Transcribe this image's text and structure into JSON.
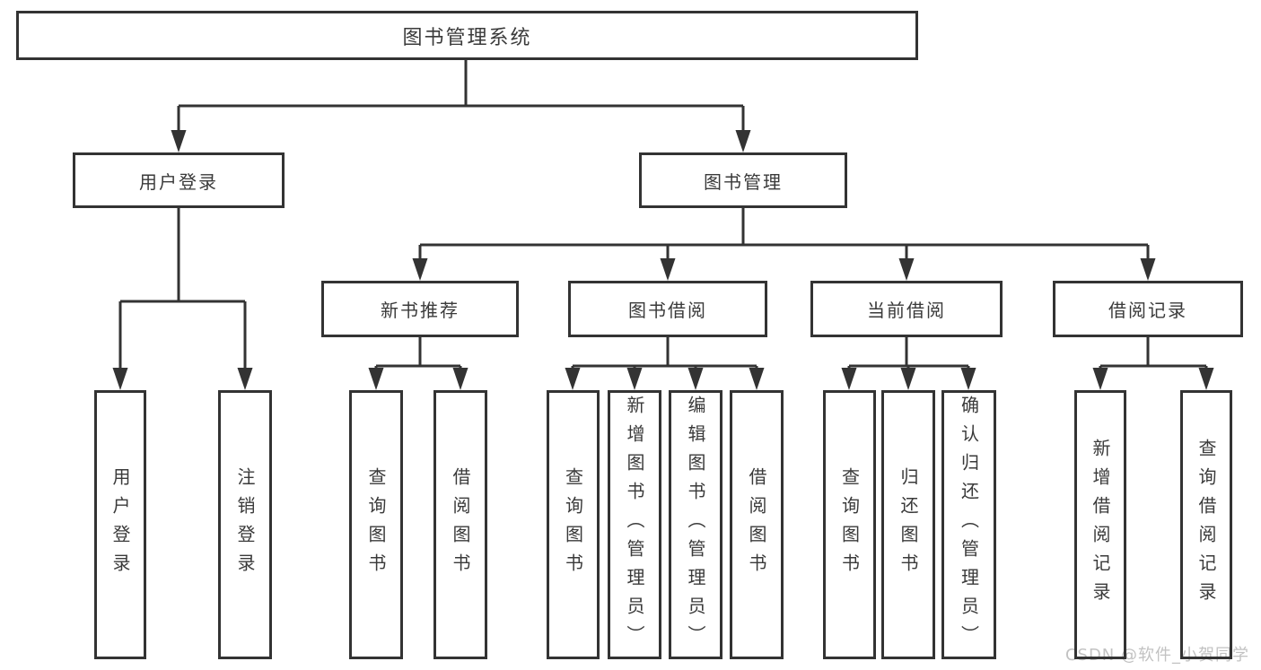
{
  "tree": {
    "label": "图书管理系统",
    "children": [
      {
        "label": "用户登录",
        "children": [
          {
            "label": "用户登录"
          },
          {
            "label": "注销登录"
          }
        ]
      },
      {
        "label": "图书管理",
        "children": [
          {
            "label": "新书推荐",
            "children": [
              {
                "label": "查询图书"
              },
              {
                "label": "借阅图书"
              }
            ]
          },
          {
            "label": "图书借阅",
            "children": [
              {
                "label": "查询图书"
              },
              {
                "label": "新增图书（管理员）"
              },
              {
                "label": "编辑图书（管理员）"
              },
              {
                "label": "借阅图书"
              }
            ]
          },
          {
            "label": "当前借阅",
            "children": [
              {
                "label": "查询图书"
              },
              {
                "label": "归还图书"
              },
              {
                "label": "确认归还（管理员）"
              }
            ]
          },
          {
            "label": "借阅记录",
            "children": [
              {
                "label": "新增借阅记录"
              },
              {
                "label": "查询借阅记录"
              }
            ]
          }
        ]
      }
    ]
  },
  "watermark": "CSDN @软件_小贺同学",
  "colors": {
    "line": "#333333",
    "text": "#3a3a3a",
    "watermark_text": "#c2c2c2",
    "background": "#ffffff"
  }
}
